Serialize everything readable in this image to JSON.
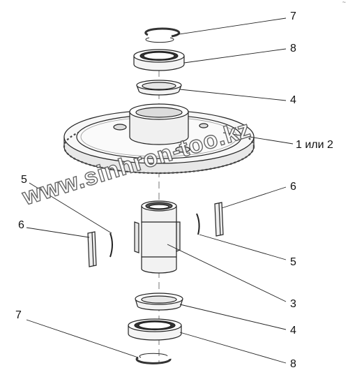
{
  "labels": {
    "ring_top": "7",
    "bearing_top": "8",
    "bushing_top": "4",
    "gear": "1 или 2",
    "key_right": "6",
    "key_left": "6",
    "spring_left": "5",
    "spring_right": "5",
    "shaft": "3",
    "bushing_bottom": "4",
    "ring_bottom": "7",
    "bearing_bottom": "8"
  },
  "watermark": "www.sinhron-too.kz",
  "corner_mark": "~"
}
